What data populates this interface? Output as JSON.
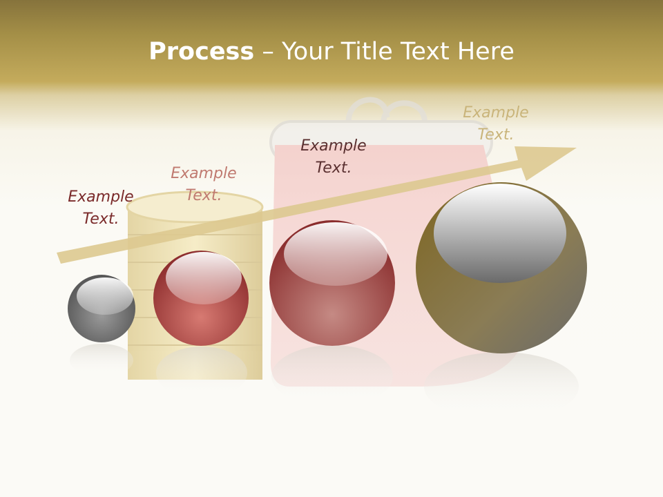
{
  "title": {
    "bold": "Process",
    "rest": " – Your Title Text Here"
  },
  "steps": [
    {
      "line1": "Example",
      "line2": "Text.",
      "color": "#7a2a2a"
    },
    {
      "line1": "Example",
      "line2": "Text.",
      "color": "#c07a70"
    },
    {
      "line1": "Example",
      "line2": "Text.",
      "color": "#5a3030"
    },
    {
      "line1": "Example",
      "line2": "Text.",
      "color": "#c9b47a"
    }
  ],
  "colors": {
    "header": "#a48f47",
    "arrow": "#ddc990",
    "sphere_gray": "#6a6a6a",
    "sphere_red": "#b04a4a",
    "sphere_gold": "#8c7a3a"
  }
}
